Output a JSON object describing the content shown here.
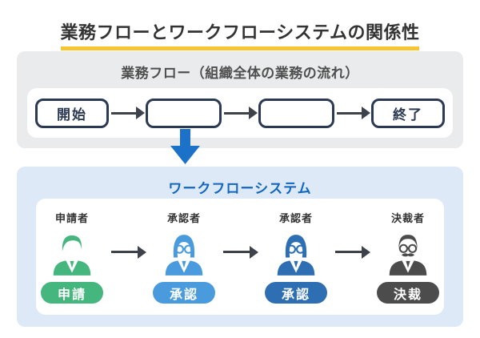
{
  "page": {
    "title": "業務フローとワークフローシステムの関係性",
    "accent_underline_color": "#f8c531",
    "background_color": "#ffffff"
  },
  "business_flow": {
    "heading": "業務フロー（組織全体の業務の流れ）",
    "box_color": "#eaebec",
    "node_border_color": "#2b3a52",
    "nodes": [
      {
        "label": "開始"
      },
      {
        "label": ""
      },
      {
        "label": ""
      },
      {
        "label": "終了"
      }
    ]
  },
  "connector": {
    "icon": "down-arrow",
    "color": "#1b72c8"
  },
  "flow_arrow": {
    "icon": "right-arrow",
    "color": "#3d424b"
  },
  "workflow": {
    "heading": "ワークフローシステム",
    "heading_color": "#1166be",
    "box_color": "#dde9f6",
    "actors": [
      {
        "role": "申請者",
        "action": "申請",
        "color": "#45b67d",
        "icon": "applicant-person"
      },
      {
        "role": "承認者",
        "action": "承認",
        "color": "#4a9bdd",
        "icon": "approver-person"
      },
      {
        "role": "承認者",
        "action": "承認",
        "color": "#2e6fb4",
        "icon": "approver-person"
      },
      {
        "role": "決裁者",
        "action": "決裁",
        "color": "#4c4c4c",
        "icon": "executive-person"
      }
    ]
  }
}
